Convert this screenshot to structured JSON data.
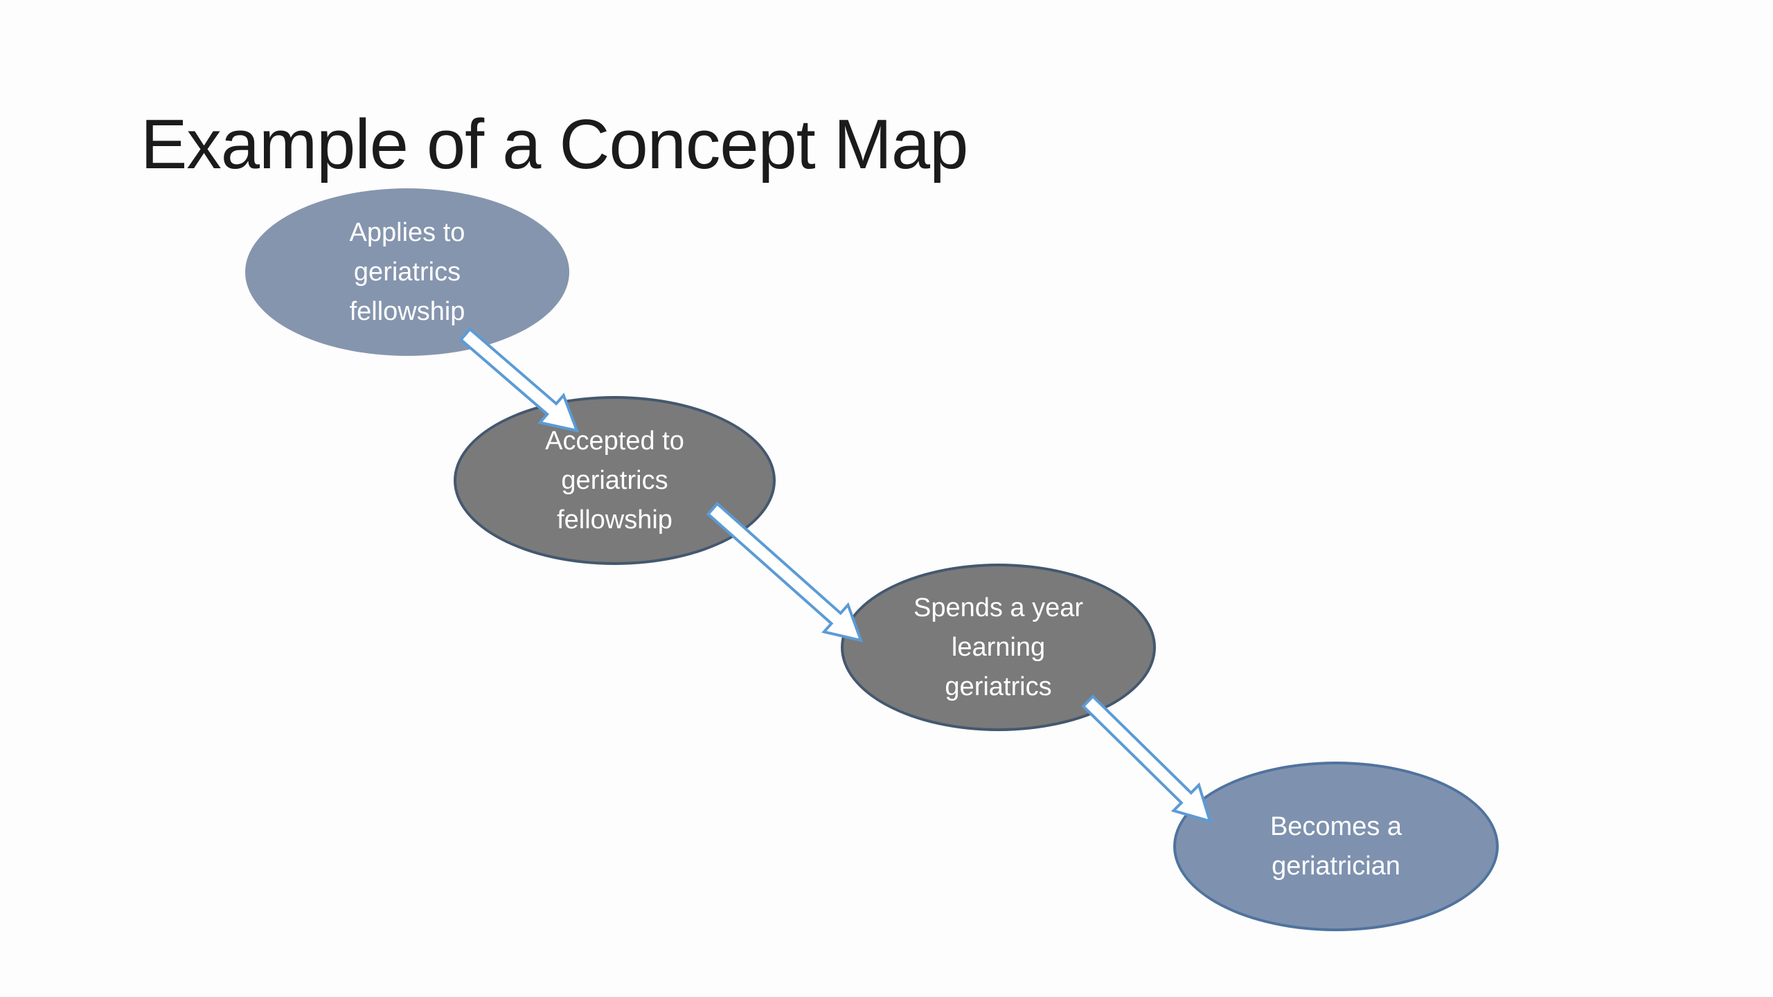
{
  "slide": {
    "title": "Example of a Concept Map",
    "background_color": "#FDFDFD",
    "title_color": "#1B1B1B"
  },
  "concept_map": {
    "nodes": [
      {
        "id": "applies",
        "label": "Applies to geriatrics fellowship",
        "fill": "#8595AE",
        "border_color": "#8595AE",
        "text_color": "#FFFFFF"
      },
      {
        "id": "accepted",
        "label": "Accepted to geriatrics fellowship",
        "fill": "#7A7A7A",
        "border_color": "#44586F",
        "text_color": "#FFFFFF"
      },
      {
        "id": "learning",
        "label": "Spends a year learning geriatrics",
        "fill": "#7A7A7A",
        "border_color": "#44586F",
        "text_color": "#FFFFFF"
      },
      {
        "id": "becomes",
        "label": "Becomes a geriatrician",
        "fill": "#7E92AF",
        "border_color": "#50739E",
        "text_color": "#FFFFFF"
      }
    ],
    "edges": [
      {
        "from": "applies",
        "to": "accepted"
      },
      {
        "from": "accepted",
        "to": "learning"
      },
      {
        "from": "learning",
        "to": "becomes"
      }
    ],
    "arrow_style": {
      "fill": "#FFFFFF",
      "stroke": "#5B9BD5"
    }
  }
}
